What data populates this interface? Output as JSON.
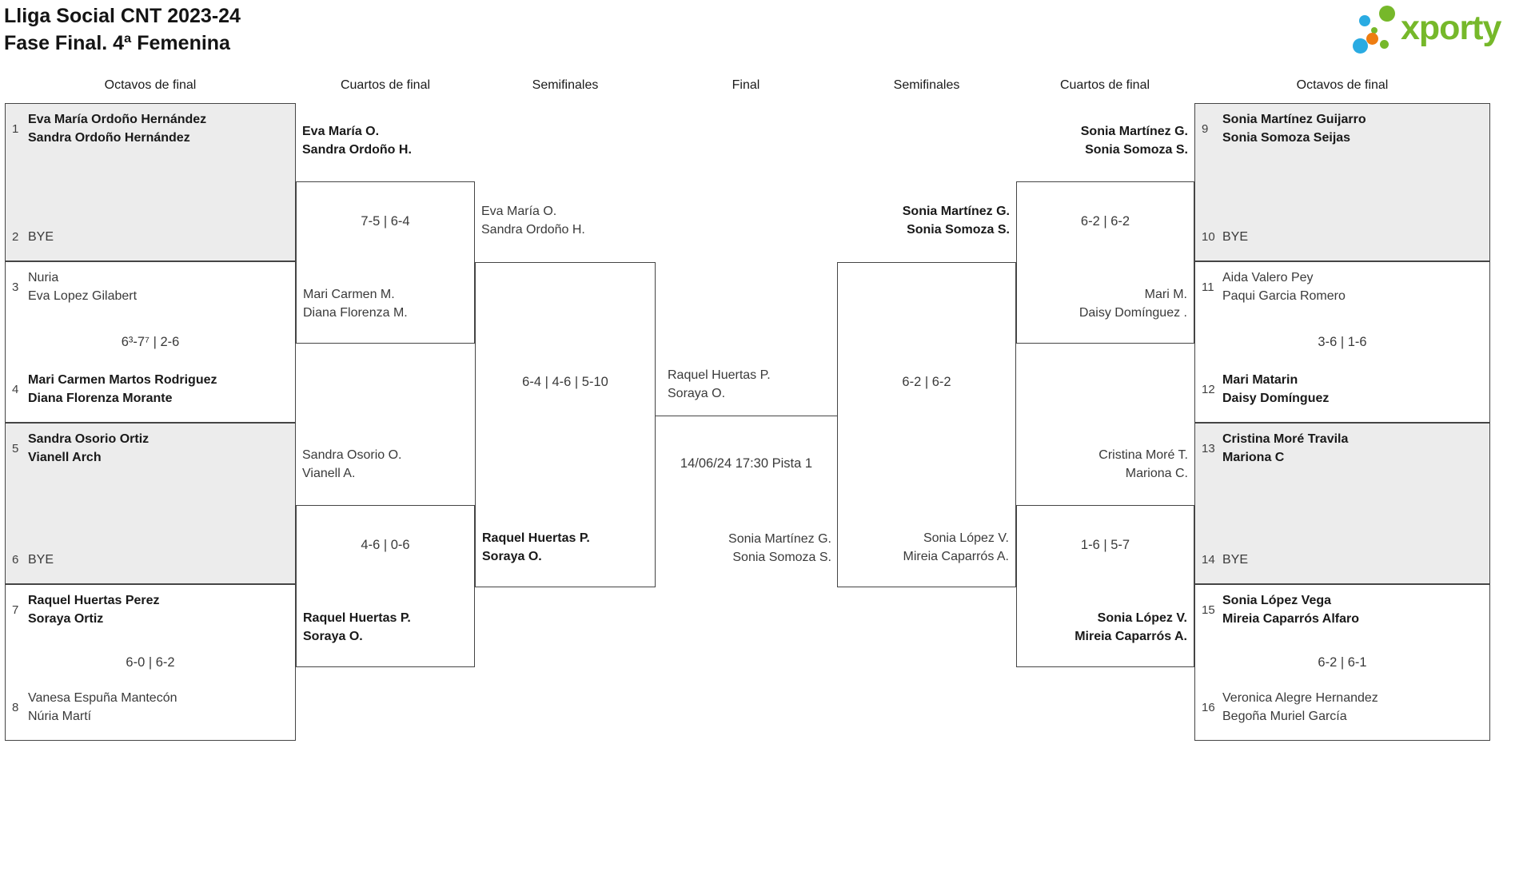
{
  "header": {
    "title_line1": "Lliga Social CNT 2023-24",
    "title_line2": "Fase Final. 4ª Femenina",
    "logo_text": "xporty"
  },
  "round_headers": [
    "Octavos de final",
    "Cuartos de final",
    "Semifinales",
    "Final",
    "Semifinales",
    "Cuartos de final",
    "Octavos de final"
  ],
  "colors": {
    "logo_green": "#76b82a",
    "logo_blue": "#2aabe2",
    "logo_orange": "#ee7d11",
    "box_shaded": "#ececec",
    "border": "#454545"
  },
  "octavos": [
    {
      "side": "left",
      "shaded": true,
      "seed_top": "1",
      "team_top": [
        "Eva María Ordoño Hernández",
        "Sandra Ordoño Hernández"
      ],
      "top_bold": true,
      "score": null,
      "seed_bottom": "2",
      "team_bottom": [
        "BYE"
      ],
      "bottom_bold": false
    },
    {
      "side": "left",
      "shaded": false,
      "seed_top": "3",
      "team_top": [
        "Nuria",
        "Eva Lopez Gilabert"
      ],
      "top_bold": false,
      "score": "6³-7⁷ | 2-6",
      "seed_bottom": "4",
      "team_bottom": [
        "Mari Carmen Martos Rodriguez",
        "Diana Florenza Morante"
      ],
      "bottom_bold": true
    },
    {
      "side": "left",
      "shaded": true,
      "seed_top": "5",
      "team_top": [
        "Sandra Osorio Ortiz",
        "Vianell Arch"
      ],
      "top_bold": true,
      "score": null,
      "seed_bottom": "6",
      "team_bottom": [
        "BYE"
      ],
      "bottom_bold": false
    },
    {
      "side": "left",
      "shaded": false,
      "seed_top": "7",
      "team_top": [
        "Raquel Huertas Perez",
        "Soraya Ortiz"
      ],
      "top_bold": true,
      "score": "6-0 | 6-2",
      "seed_bottom": "8",
      "team_bottom": [
        "Vanesa Espuña Mantecón",
        "Núria Martí"
      ],
      "bottom_bold": false
    },
    {
      "side": "right",
      "shaded": true,
      "seed_top": "9",
      "team_top": [
        "Sonia Martínez Guijarro",
        "Sonia Somoza Seijas"
      ],
      "top_bold": true,
      "score": null,
      "seed_bottom": "10",
      "team_bottom": [
        "BYE"
      ],
      "bottom_bold": false
    },
    {
      "side": "right",
      "shaded": false,
      "seed_top": "11",
      "team_top": [
        "Aida Valero Pey",
        "Paqui Garcia Romero"
      ],
      "top_bold": false,
      "score": "3-6 | 1-6",
      "seed_bottom": "12",
      "team_bottom": [
        "Mari Matarin",
        "Daisy Domínguez"
      ],
      "bottom_bold": true
    },
    {
      "side": "right",
      "shaded": true,
      "seed_top": "13",
      "team_top": [
        "Cristina Moré Travila",
        "Mariona C"
      ],
      "top_bold": true,
      "score": null,
      "seed_bottom": "14",
      "team_bottom": [
        "BYE"
      ],
      "bottom_bold": false
    },
    {
      "side": "right",
      "shaded": false,
      "seed_top": "15",
      "team_top": [
        "Sonia López Vega",
        "Mireia Caparrós Alfaro"
      ],
      "top_bold": true,
      "score": "6-2 | 6-1",
      "seed_bottom": "16",
      "team_bottom": [
        "Veronica Alegre Hernandez",
        "Begoña Muriel García"
      ],
      "bottom_bold": false
    }
  ],
  "cuartos": [
    {
      "side": "left",
      "entrant_above": [
        "Eva María O.",
        "Sandra Ordoño H."
      ],
      "above_bold": true,
      "score": "7-5 | 6-4",
      "team_in_box": [
        "Mari Carmen M.",
        "Diana Florenza M."
      ],
      "in_box_bold": false
    },
    {
      "side": "left",
      "entrant_above": [
        "Sandra Osorio O.",
        "Vianell A."
      ],
      "above_bold": false,
      "score": "4-6 | 0-6",
      "team_in_box": [
        "Raquel Huertas P.",
        "Soraya O."
      ],
      "in_box_bold": true
    },
    {
      "side": "right",
      "entrant_above": [
        "Sonia Martínez G.",
        "Sonia Somoza S."
      ],
      "above_bold": true,
      "score": "6-2 | 6-2",
      "team_in_box": [
        "Mari M.",
        "Daisy Domínguez ."
      ],
      "in_box_bold": false
    },
    {
      "side": "right",
      "entrant_above": [
        "Cristina Moré T.",
        "Mariona C."
      ],
      "above_bold": false,
      "score": "1-6 | 5-7",
      "team_in_box": [
        "Sonia López V.",
        "Mireia Caparrós A."
      ],
      "in_box_bold": true
    }
  ],
  "semis": [
    {
      "side": "left",
      "entrant_above": [
        "Eva María O.",
        "Sandra Ordoño H."
      ],
      "above_bold": false,
      "score": "6-4 | 4-6 | 5-10",
      "team_in_box": [
        "Raquel Huertas P.",
        "Soraya O."
      ],
      "in_box_bold": true
    },
    {
      "side": "right",
      "entrant_above": [
        "Sonia Martínez G.",
        "Sonia Somoza S."
      ],
      "above_bold": true,
      "score": "6-2 | 6-2",
      "team_in_box": [
        "Sonia López V.",
        "Mireia Caparrós A."
      ],
      "in_box_bold": false
    }
  ],
  "final": {
    "team_top": [
      "Raquel Huertas P.",
      "Soraya O."
    ],
    "top_bold": false,
    "schedule": "14/06/24 17:30 Pista 1",
    "team_bottom": [
      "Sonia Martínez G.",
      "Sonia Somoza S."
    ],
    "bottom_bold": false
  }
}
